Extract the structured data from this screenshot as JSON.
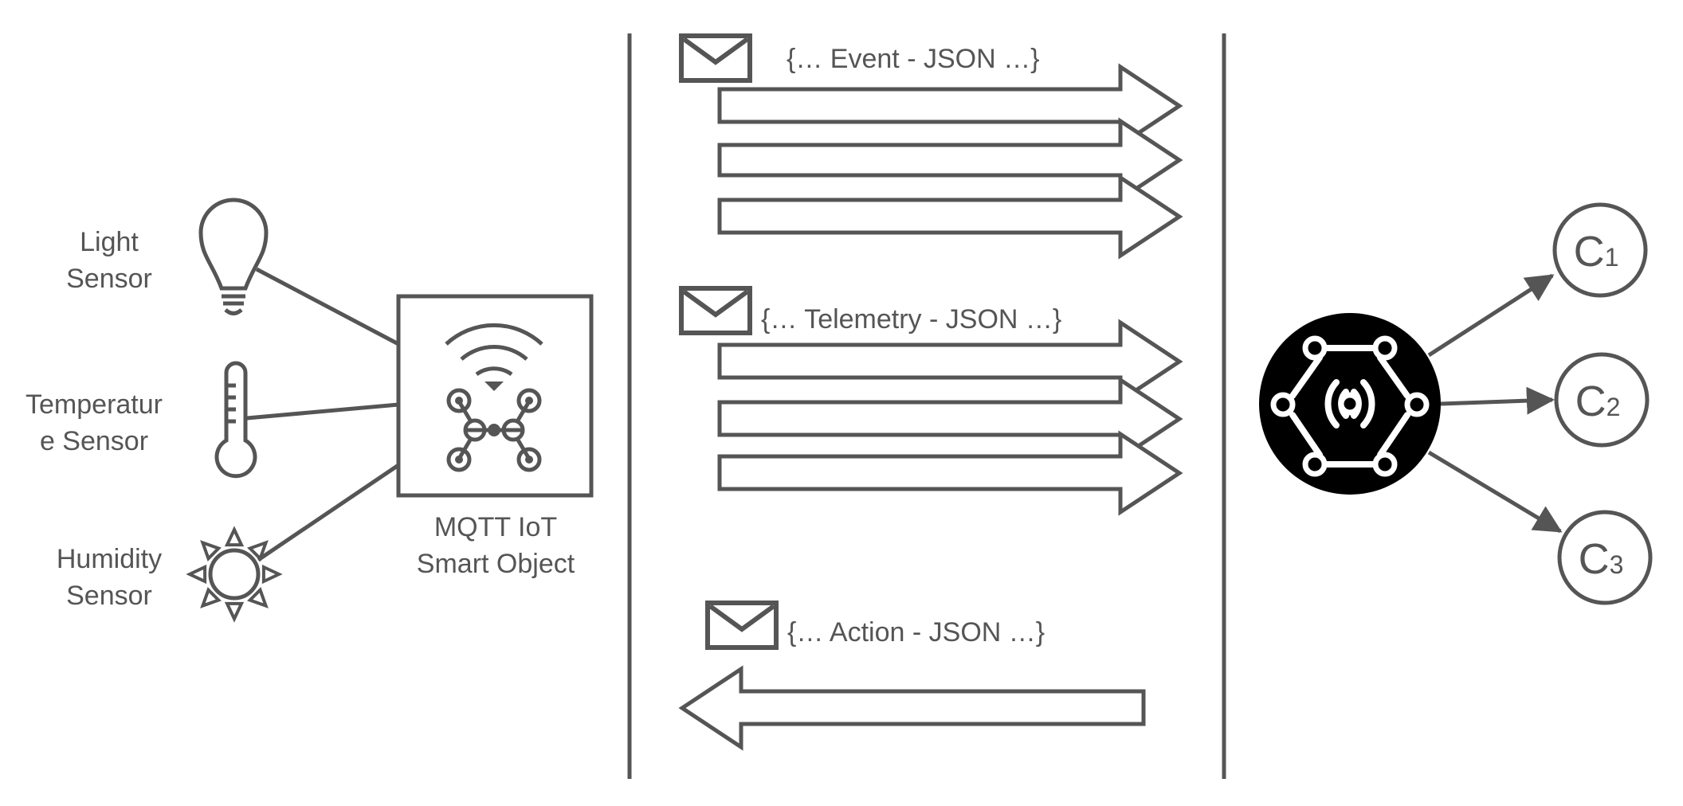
{
  "sensors": {
    "light": [
      "Light",
      "Sensor"
    ],
    "temperature": [
      "Temperatur",
      "e Sensor"
    ],
    "humidity": [
      "Humidity",
      "Sensor"
    ]
  },
  "device": {
    "label_lines": [
      "MQTT IoT",
      "Smart Object"
    ]
  },
  "messages": {
    "event": "{…  Event - JSON …}",
    "telemetry": "{…  Telemetry - JSON …}",
    "action": "{…  Action - JSON …}"
  },
  "consumers": [
    {
      "letter": "C",
      "index": "1"
    },
    {
      "letter": "C",
      "index": "2"
    },
    {
      "letter": "C",
      "index": "3"
    }
  ],
  "colors": {
    "stroke": "#555555",
    "broker_fill": "#000000",
    "background": "#ffffff"
  },
  "icons": [
    "lightbulb-icon",
    "thermometer-icon",
    "sun-icon",
    "wifi-icon",
    "network-hub-icon",
    "envelope-icon",
    "mqtt-broker-icon"
  ]
}
